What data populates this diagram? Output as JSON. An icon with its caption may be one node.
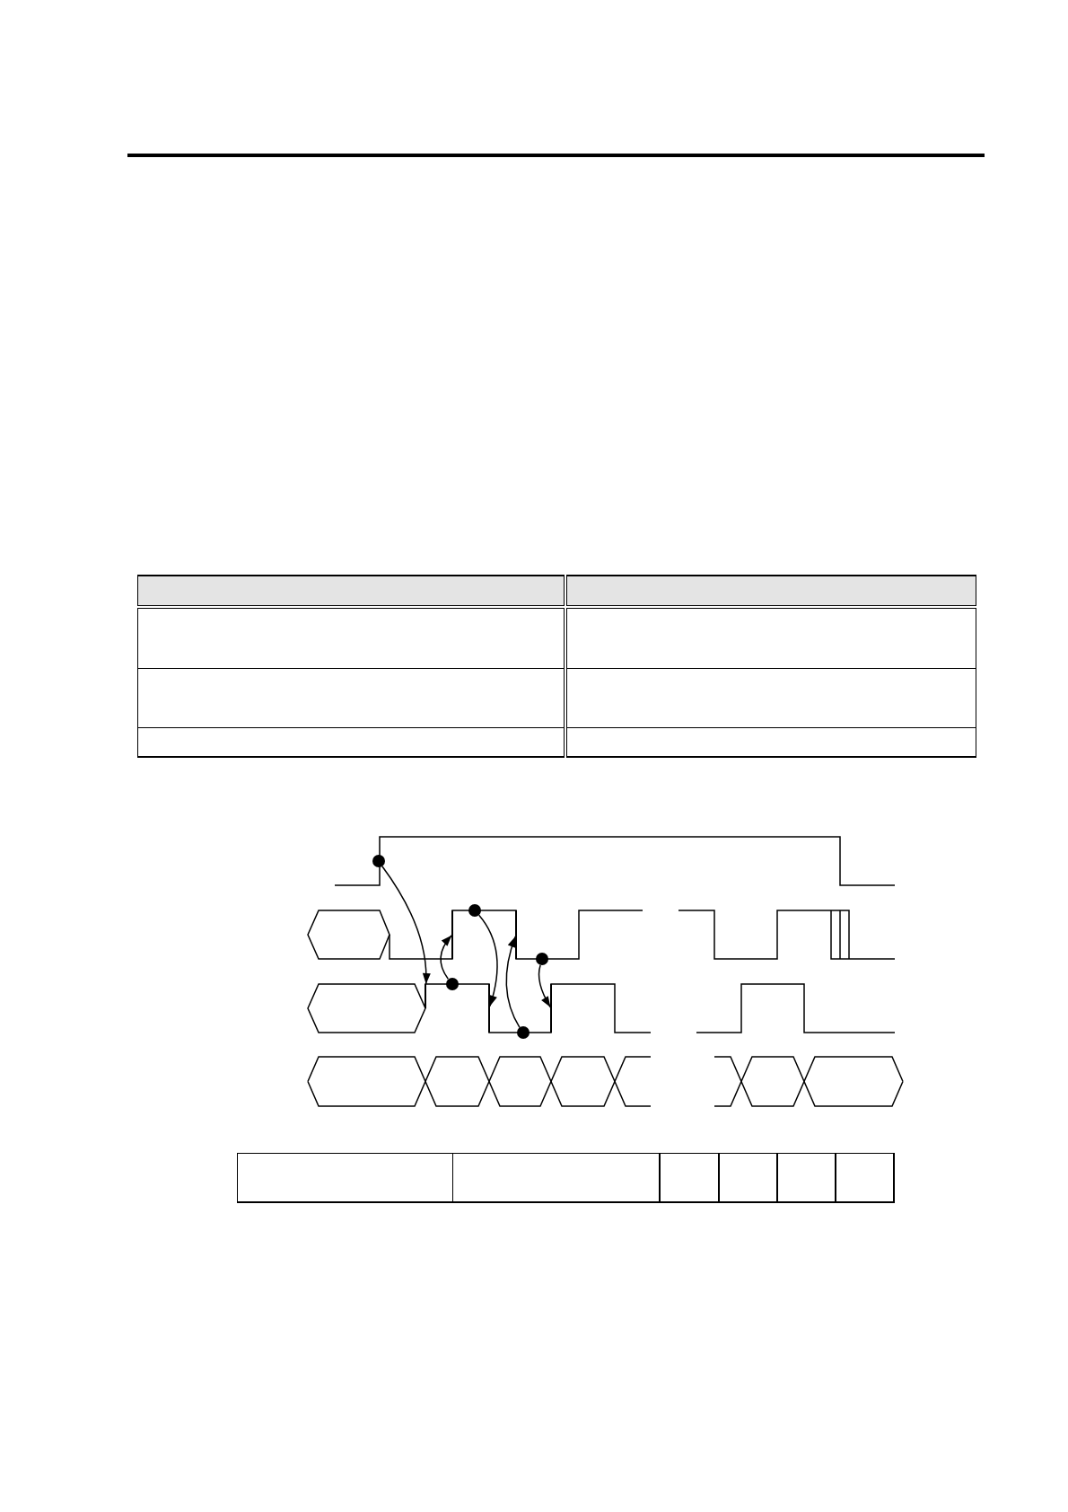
{
  "diagram": {
    "nodes": [
      {
        "text": [],
        "shape": "circle"
      },
      {
        "text": [],
        "shape": "circle"
      },
      {
        "text": [],
        "shape": "circle"
      },
      {
        "text": [],
        "shape": "circle"
      },
      {
        "text": [],
        "shape": "circle"
      },
      {
        "text": [],
        "shape": "line"
      },
      {
        "text": [],
        "shape": "line"
      },
      {
        "text": [],
        "shape": "line"
      },
      {
        "text": [],
        "shape": "line"
      },
      {
        "text": [],
        "shape": "line"
      }
    ],
    "edges": [
      {
        "from": 0,
        "to": 5,
        "arrow": "to"
      },
      {
        "from": 1,
        "to": 6,
        "arrow": "to"
      },
      {
        "from": 2,
        "to": 7,
        "arrow": "to"
      },
      {
        "from": 3,
        "to": 8,
        "arrow": "to"
      },
      {
        "from": 4,
        "to": 9,
        "arrow": "to"
      }
    ]
  }
}
